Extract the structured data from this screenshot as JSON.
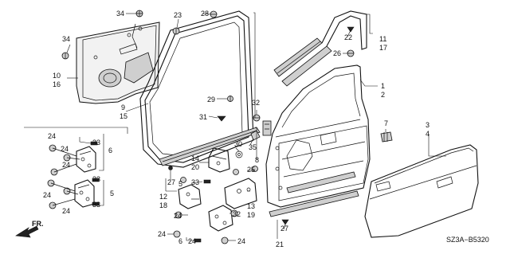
{
  "labels": {
    "l34a": "34",
    "l23": "23",
    "l28": "28",
    "l34b": "34",
    "l10": "10",
    "l16": "16",
    "l9": "9",
    "l15": "15",
    "l29": "29",
    "l31": "31",
    "l22": "22",
    "l26": "26",
    "l11": "11",
    "l17": "17",
    "l1": "1",
    "l2": "2",
    "l32a": "32",
    "l35": "35",
    "l8": "8",
    "l30": "30",
    "l14": "14",
    "l20": "20",
    "l27a": "27",
    "l12": "12",
    "l18": "18",
    "l24a": "24",
    "l24b": "24",
    "l33a": "33",
    "l6a": "6",
    "l24c": "24",
    "l24d": "24",
    "l24e": "24",
    "l33b": "33",
    "l5a": "5",
    "l33c": "33",
    "l5b": "5",
    "l24f": "24",
    "l32b": "32",
    "l25": "25",
    "l13": "13",
    "l19": "19",
    "l24g": "24",
    "l6b": "6",
    "l33d": "33",
    "l24h": "24",
    "l24i": "24",
    "l7": "7",
    "l3": "3",
    "l4": "4",
    "l27b": "27",
    "l21": "21"
  },
  "direction_label": "FR.",
  "diagram_code": "SZ3A−B5320",
  "colors": {
    "line": "#111111",
    "background": "#ffffff",
    "shade": "#cfcfcf"
  }
}
